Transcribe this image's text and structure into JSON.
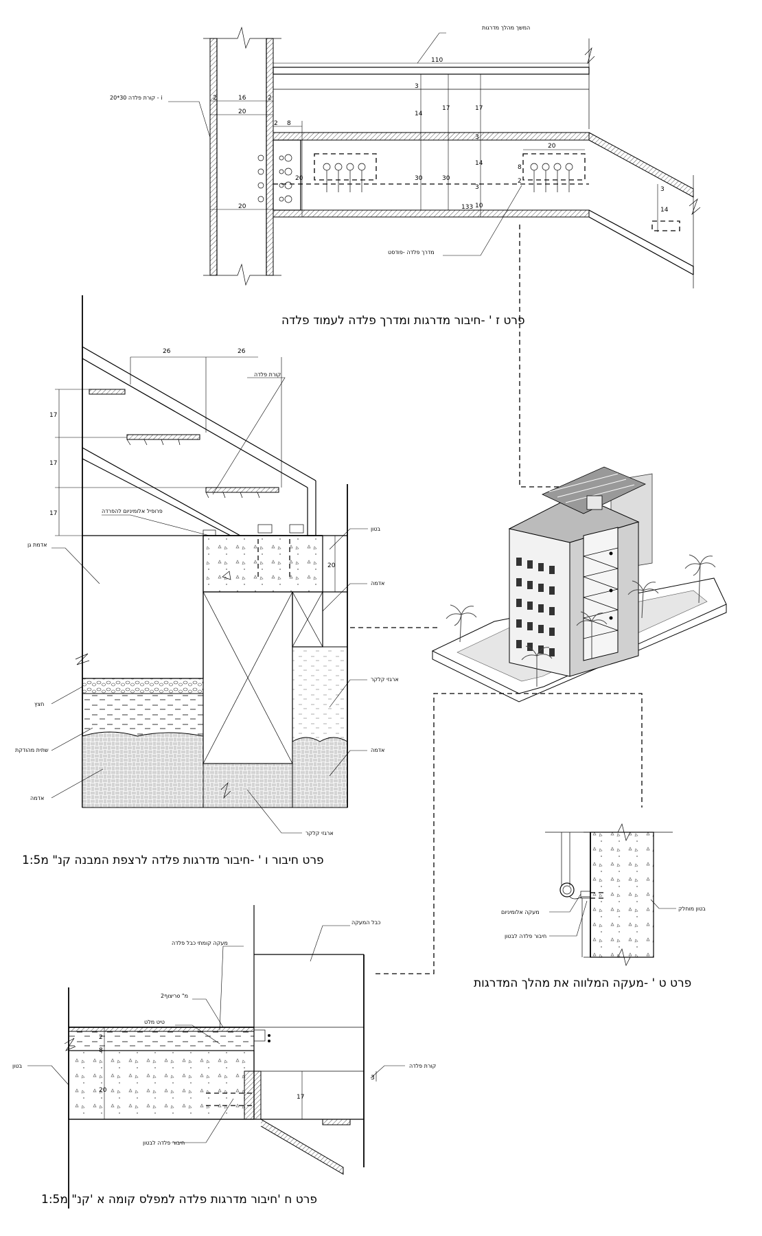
{
  "detail_z": {
    "caption": "פרט ז ' -חיבור מדרגות ומדרך פלדה לעמוד פלדה",
    "labels": {
      "stair_continuation": "המשך מהלך מדרגות",
      "steel_beam": "קורת פלדה 30*20 - i",
      "landing_tread": "מדרך פלדה -פודסט"
    },
    "dims": {
      "d110": "110",
      "d16": "16",
      "d2a": "2",
      "d2b": "2",
      "d20a": "20",
      "d20b": "20",
      "d2c": "2",
      "d8": "8",
      "d3a": "3",
      "d14a": "14",
      "d17a": "17",
      "d17b": "17",
      "d3b": "3",
      "d20c": "20",
      "d20d": "20",
      "d14b": "14",
      "d8b": "8",
      "d2d": "2",
      "d3c": "3",
      "d30a": "30",
      "d30b": "30",
      "d133": "133",
      "d10": "10",
      "d3d": "3",
      "d14c": "14"
    }
  },
  "detail_v": {
    "caption": "פרט חיבור ו ' -חיבור מדרגות פלדה לרצפת המבנה קנ\"  מ1:5",
    "labels": {
      "steel_beam": "קורת פלדה",
      "aluminum_profile": "פרופיל אלומיניום להפרדה",
      "concrete": "בטון",
      "garden_soil": "אדמת גן",
      "earth_right": "אדמה",
      "gravel": "חצץ",
      "compacted_layer": "שתית מהודקת",
      "earth_left": "אדמה",
      "soil_boxes": "ארגזי קלקר",
      "earth_right2": "אדמה",
      "soil_boxes2": "ארגזי קלקר"
    },
    "dims": {
      "d26a": "26",
      "d26b": "26",
      "d17a": "17",
      "d17b": "17",
      "d17c": "17",
      "d20": "20"
    }
  },
  "detail_t": {
    "caption": "פרט ט ' -מעקה המלווה את מהלך המדרגות",
    "labels": {
      "aluminum_railing": "מעקה אלומיניום",
      "steel_to_concrete": "חיבור פלדה לבטון",
      "exposed_concrete": "בטון מוחלק"
    }
  },
  "detail_h": {
    "caption": "פרט ח  'חיבור מדרגות פלדה למפלס קומה א 'קנ\"  מ1:5",
    "labels": {
      "railing_cable": "כבל המעקה",
      "railing_note": "מעקה קומתי כבל פלדה",
      "tiling": "ריצוף2o \"מ",
      "mortar": "טיט מלט",
      "concrete": "בטון",
      "steel_beam": "קורת פלדה",
      "steel_to_concrete": "חיבור פלדה לבטון"
    },
    "dims": {
      "d2": "2",
      "d8": "8",
      "d20": "20",
      "d3": "3",
      "d17": "17"
    }
  }
}
